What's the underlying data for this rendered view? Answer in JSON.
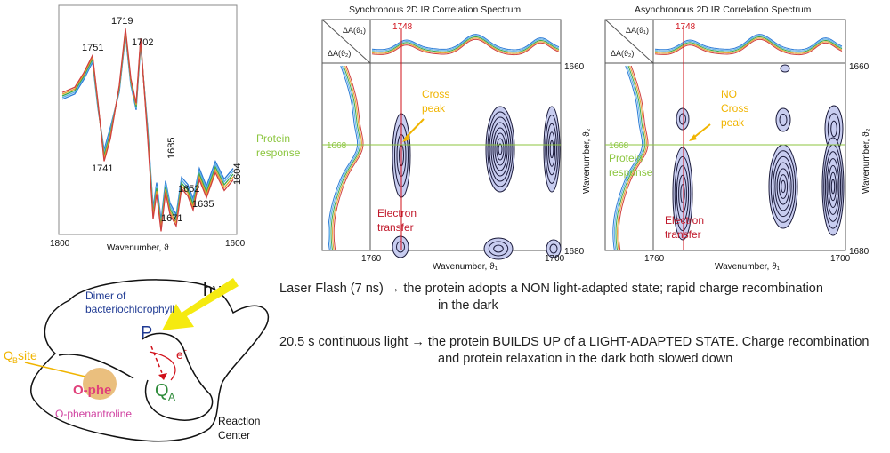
{
  "spectrum_1d": {
    "xlabel": "Wavenumber, ϑ",
    "x_ticks": [
      "1800",
      "1600"
    ],
    "peak_labels": [
      "1751",
      "1719",
      "1702",
      "1741",
      "1685",
      "1652",
      "1671",
      "1635",
      "1604"
    ]
  },
  "sync_panel": {
    "title": "Synchronous 2D IR Correlation Spectrum",
    "corner_top": "ΔA(ϑ₁)",
    "corner_bottom": "ΔA(ϑ₂)",
    "marker_1748": "1748",
    "marker_1668": "1668",
    "right_ticks": [
      "1660",
      "1680"
    ],
    "bottom_ticks": [
      "1760",
      "1700"
    ],
    "xlabel": "Wavenumber, ϑ₁",
    "ylabel": "Wavenumber, ϑ₂",
    "annotation_cross": [
      "Cross",
      "peak"
    ],
    "annotation_electron": [
      "Electron",
      "transfer"
    ]
  },
  "async_panel": {
    "title": "Asynchronous 2D IR Correlation Spectrum",
    "corner_top": "ΔA(ϑ₁)",
    "corner_bottom": "ΔA(ϑ₂)",
    "marker_1748": "1748",
    "marker_1668": "1668",
    "right_ticks": [
      "1660",
      "1680"
    ],
    "bottom_ticks": [
      "1760",
      "1700"
    ],
    "xlabel": "Wavenumber, ϑ₁",
    "ylabel": "Wavenumber, ϑ₂",
    "annotation_nocross": [
      "NO",
      "Cross",
      "peak"
    ],
    "annotation_electron": [
      "Electron",
      "transfer"
    ],
    "annotation_protein": [
      "Protein",
      "response"
    ]
  },
  "protein_response_left": [
    "Protein",
    "response"
  ],
  "diagram": {
    "hv": "hν",
    "dimer": [
      "Dimer of",
      "bacteriochlorophyll"
    ],
    "P": "P",
    "e": "e",
    "e_sup": "-",
    "QA_main": "Q",
    "QA_sub": "A",
    "QB_main": "Q",
    "QB_sub": "B",
    "QB_rest": " site",
    "ophe": "O-phe",
    "ophe_full": "O-phenantroline",
    "reaction_center": [
      "Reaction",
      "Center"
    ]
  },
  "captions": {
    "laser": "Laser Flash (7 ns)  → the protein adopts a NON light-adapted state; rapid charge recombination",
    "laser_cont": "in the dark",
    "continuous": "20.5 s continuous light → the protein BUILDS UP of a LIGHT-ADAPTED STATE. Charge recombination",
    "continuous_cont": "and protein relaxation in the dark both slowed down"
  },
  "colors": {
    "contour_fill": "#c8cdf0",
    "contour_line": "#1a1a3a",
    "marker_red": "#d0101a",
    "marker_green": "#8cc63f",
    "annotation_orange": "#f0b400",
    "annotation_red": "#c0182a",
    "protein_green": "#8cc63f",
    "dimer_blue": "#1f3a93",
    "qa_green": "#2e8b3a",
    "ophe_pink": "#e0407a",
    "qb_orange": "#f0b400",
    "hv_yellow": "#f5ea10",
    "series": [
      "#2b7bd6",
      "#5fb0e8",
      "#3aa84a",
      "#e8a030",
      "#d04040"
    ]
  }
}
